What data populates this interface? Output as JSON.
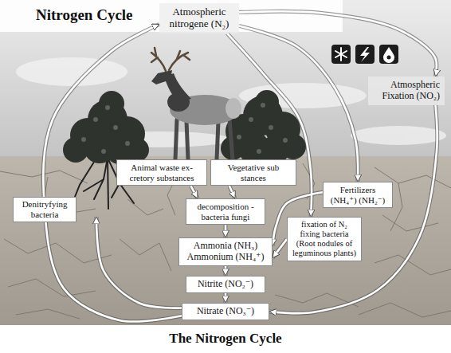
{
  "diagram": {
    "title": "Nitrogen Cycle",
    "caption": "The Nitrogen Cycle",
    "nodes": [
      {
        "text": [
          "Atmospheric nitrogene (N₂)"
        ]
      },
      {
        "text": [
          "Atmospheric Fixation (NO₂)"
        ]
      },
      {
        "text": [
          "Animal waste ex- cretory substances"
        ]
      },
      {
        "text": [
          "Vegetative sub stances"
        ]
      },
      {
        "text": [
          "Fertilizers (NH₄⁺) (NH₂⁻)"
        ]
      },
      {
        "text": [
          "decomposition - bacteria fungi"
        ]
      },
      {
        "text": [
          "fixation of N₂ fixing bacteria (Root nodules of leguminous plants)"
        ]
      },
      {
        "text": [
          "Ammonia (NH₃) Ammonium (NH₄⁺)"
        ]
      },
      {
        "text": [
          "Nitrite (NO₂⁻)"
        ]
      },
      {
        "text": [
          "Nitrate (NO₃⁻)"
        ]
      }
    ],
    "edges": [
      {
        "from": 0,
        "to": 1,
        "arrow": "to"
      },
      {
        "from": 1,
        "to": 9,
        "arrow": "to"
      },
      {
        "from": 0,
        "to": 4,
        "arrow": "to"
      },
      {
        "from": 4,
        "to": 7,
        "arrow": "to"
      },
      {
        "from": 0,
        "to": 6,
        "arrow": "to"
      },
      {
        "from": 6,
        "to": 7,
        "arrow": "to"
      },
      {
        "from": 2,
        "to": 5,
        "arrow": "to"
      },
      {
        "from": 3,
        "to": 5,
        "arrow": "to"
      },
      {
        "from": 5,
        "to": 7,
        "arrow": "to"
      },
      {
        "from": 7,
        "to": 8,
        "arrow": "to"
      },
      {
        "from": 8,
        "to": 9,
        "arrow": "to"
      },
      {
        "from": 9,
        "to": 0,
        "label": "Denitryfying bacteria",
        "arrow": "to"
      }
    ]
  }
}
